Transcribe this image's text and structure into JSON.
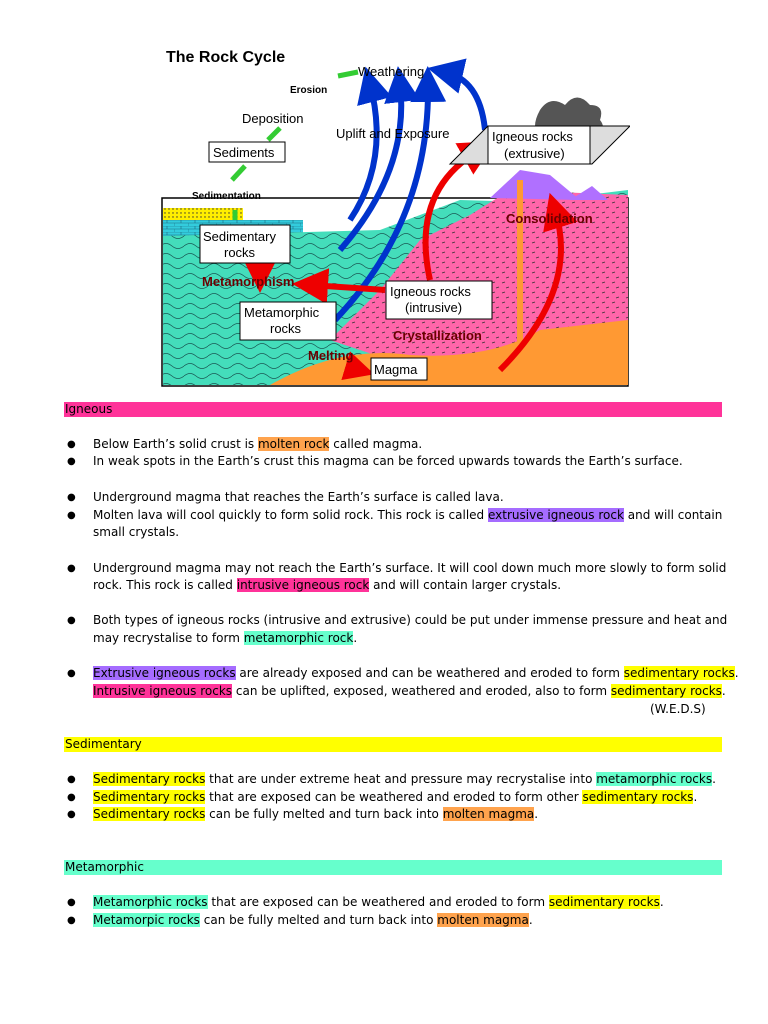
{
  "diagram": {
    "title": "The Rock Cycle",
    "labels": {
      "weathering": "Weathering",
      "erosion": "Erosion",
      "deposition": "Deposition",
      "sediments": "Sediments",
      "sedimentation": "Sedimentation",
      "uplift": "Uplift and Exposure",
      "igneous_extrusive_1": "Igneous rocks",
      "igneous_extrusive_2": "(extrusive)",
      "consolidation": "Consolidation",
      "sedimentary_rocks_1": "Sedimentary",
      "sedimentary_rocks_2": "rocks",
      "metamorphism": "Metamorphism",
      "igneous_intrusive_1": "Igneous rocks",
      "igneous_intrusive_2": "(intrusive)",
      "metamorphic_rocks_1": "Metamorphic",
      "metamorphic_rocks_2": "rocks",
      "crystallization": "Crystallization",
      "melting": "Melting",
      "magma": "Magma"
    }
  },
  "sections": {
    "igneous": {
      "heading": "Igneous",
      "l1a": "Below Earth’s solid crust is ",
      "l1b": "molten rock",
      "l1c": " called magma.",
      "l2": "In weak spots in the Earth’s crust this magma can be forced upwards towards the Earth’s surface.",
      "l3": "Underground magma that reaches the Earth’s surface is called lava.",
      "l4a": "Molten lava will cool quickly to form solid rock.  This rock is called ",
      "l4b": "extrusive igneous rock",
      "l4c": " and will contain",
      "l4d": "small crystals.",
      "l5": "Underground magma may not reach the Earth’s surface. It will cool down much more slowly to form solid",
      "l6a": "rock. This rock is called ",
      "l6b": "intrusive igneous rock",
      "l6c": " and will contain larger crystals.",
      "l7": "Both types of igneous rocks (intrusive and extrusive) could be put under immense pressure and heat and",
      "l8a": "may recrystalise to form ",
      "l8b": "metamorphic rock",
      "l8c": ".",
      "l9a": "Extrusive igneous rocks",
      "l9b": " are already exposed and can be weathered and eroded to form ",
      "l9c": "sedimentary rocks",
      "l9d": ".",
      "l10a": "Intrusive igneous rocks",
      "l10b": " can be uplifted, exposed, weathered and eroded, also to form ",
      "l10c": "sedimentary rocks",
      "l10d": ".",
      "weds": "(W.E.D.S)"
    },
    "sedimentary": {
      "heading": "Sedimentary",
      "l1a": "Sedimentary rocks",
      "l1b": " that are under extreme heat and pressure may recrystalise into ",
      "l1c": "metamorphic rocks",
      "l1d": ".",
      "l2a": "Sedimentary rocks",
      "l2b": " that are exposed can be weathered and eroded to form other ",
      "l2c": "sedimentary rocks",
      "l2d": ".",
      "l3a": "Sedimentary rocks",
      "l3b": " can be fully melted and turn back into ",
      "l3c": "molten magma",
      "l3d": "."
    },
    "metamorphic": {
      "heading": "Metamorphic",
      "l1a": "Metamorphic rocks",
      "l1b": " that are exposed can be weathered and eroded to form ",
      "l1c": "sedimentary rocks",
      "l1d": ".",
      "l2a": "Metamorpic rocks",
      "l2b": " can be fully melted and turn back into ",
      "l2c": "molten magma",
      "l2d": "."
    }
  },
  "bullet_glyph": "●"
}
